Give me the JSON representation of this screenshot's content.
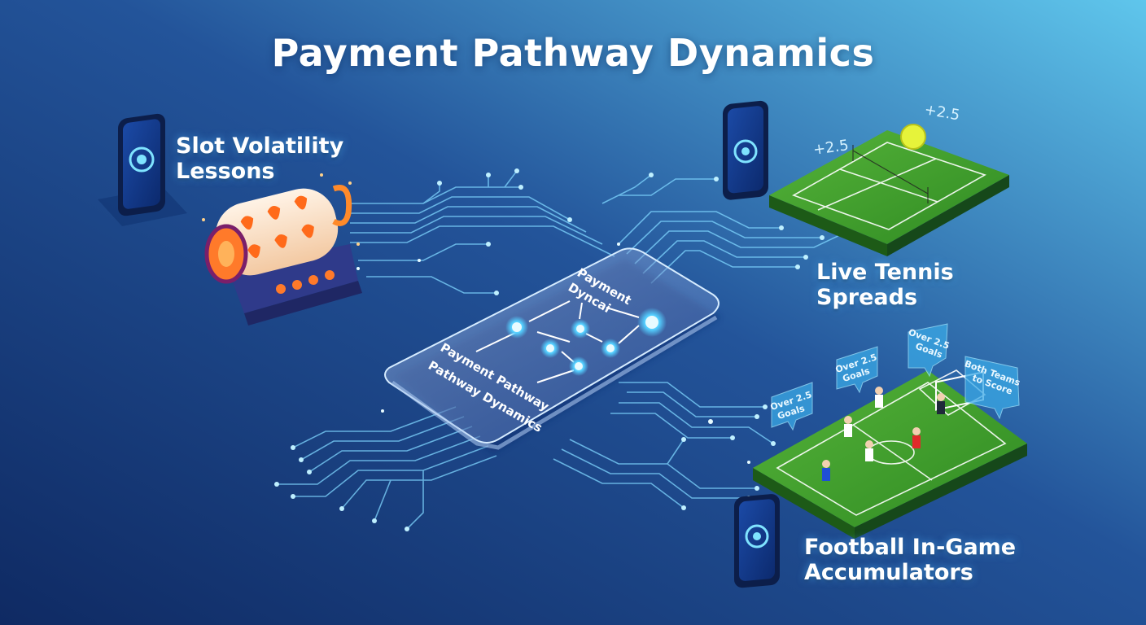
{
  "header": {
    "title": "Payment Pathway Dynamics"
  },
  "sections": {
    "slot": {
      "line1": "Slot Volatility",
      "line2": "Lessons"
    },
    "tennis": {
      "line1": "Live Tennis",
      "line2": "Spreads"
    },
    "football": {
      "line1": "Football In-Game",
      "line2": "Accumulators"
    }
  },
  "center_device": {
    "top_line1": "Payment",
    "top_line2": "Dyncai",
    "bottom_line1": "Payment Pathway",
    "bottom_line2": "Pathway Dynamics"
  },
  "tennis_board": {
    "spread_left": "+2.5",
    "spread_right": "+2.5"
  },
  "football_board": {
    "markers": [
      {
        "line1": "Over 2.5",
        "line2": "Goals"
      },
      {
        "line1": "Over 2.5",
        "line2": "Goals"
      },
      {
        "line1": "Over 2.5",
        "line2": "Goals"
      },
      {
        "line1": "Both Teams",
        "line2": "to Score"
      }
    ]
  },
  "colors": {
    "bg_top": "#5fc6ec",
    "bg_bottom": "#0f2a63",
    "glow": "#7fe3ff",
    "pitch": "#3f9b2a"
  }
}
